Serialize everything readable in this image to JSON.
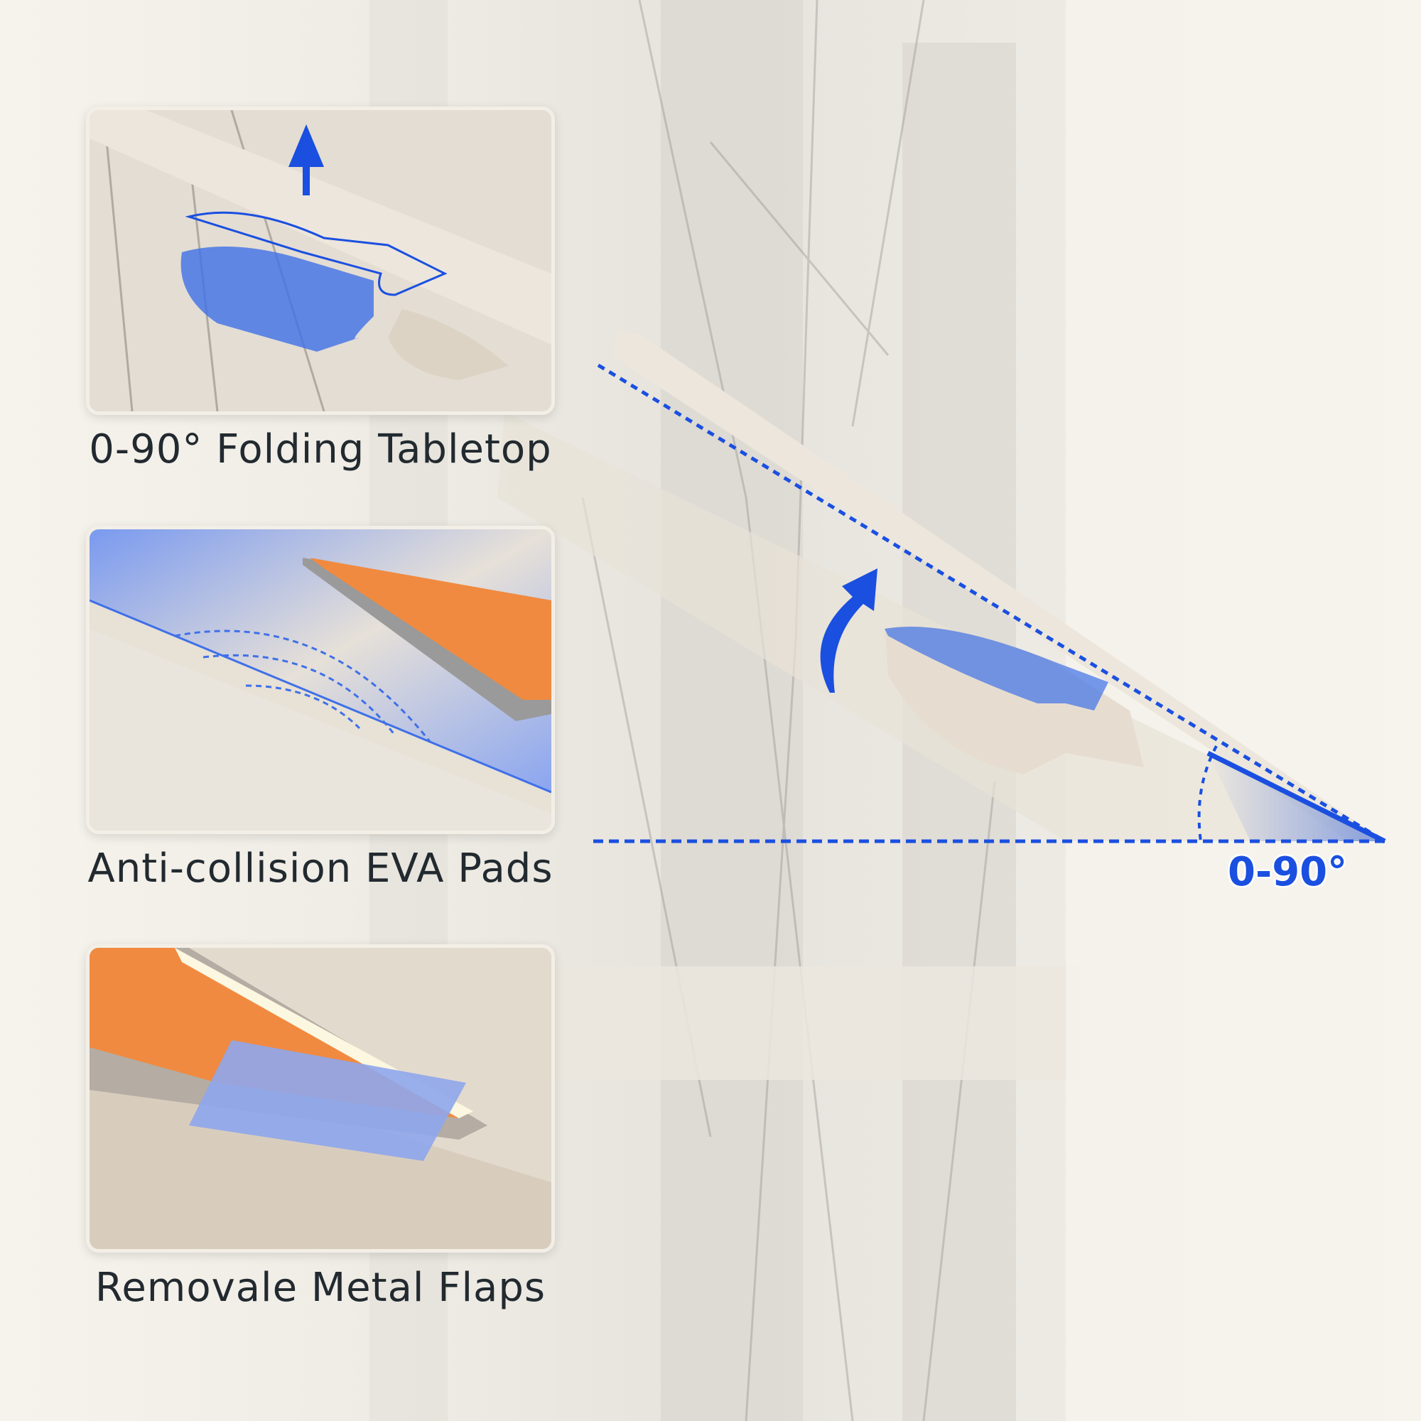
{
  "features": [
    {
      "caption": "0-90° Folding Tabletop"
    },
    {
      "caption": "Anti-collision EVA Pads"
    },
    {
      "caption": "Removale Metal Flaps"
    }
  ],
  "diagram": {
    "angle_label": "0-90°"
  },
  "colors": {
    "accent": "#1a4fe0",
    "text": "#222a30",
    "desk": "#e9e3d8"
  }
}
